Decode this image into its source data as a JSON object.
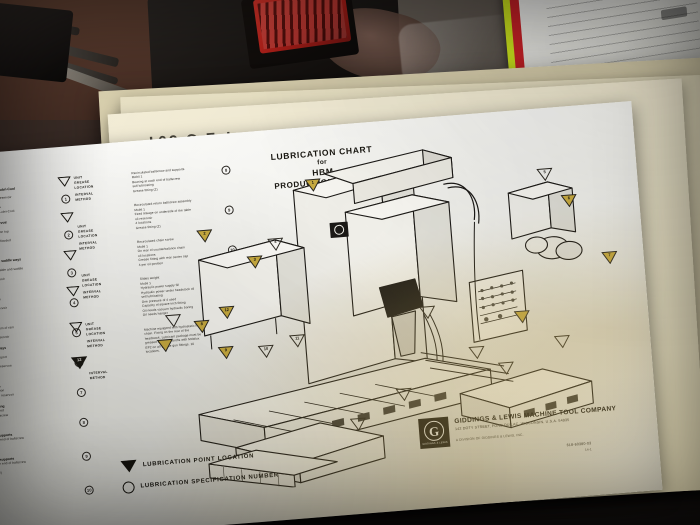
{
  "photo": {
    "scene_description": "Photograph of an aged printed lubrication chart lying on a workshop bench",
    "background_objects": [
      "red-drill-bit-index-case",
      "black-tool-case-lid",
      "yellow-green-and-red-bordered-placard",
      "metal-bars",
      "shop-rag",
      "clear-plastic-sheet"
    ]
  },
  "underlying_page": {
    "partial_text": "T 2 C 60T"
  },
  "chart": {
    "header": {
      "line1": "LUBRICATION CHART",
      "line2": "for",
      "line3": "HBM",
      "line4": "PRODUCTION CENTER"
    },
    "column_headers": {
      "unit_grease_location": "UNIT\nGREASE\nLOCATION",
      "interval_method": "INTERVAL\nMETHOD"
    },
    "spec_column_left": [
      {
        "number": "1",
        "lead": "Headstock travel hours on Lubri-Cool",
        "lines": "Motor D.T.E. 26\nOpen on bottom, fill on top of reservoir\nCheck level, fill as required\nCirculate, add every 500 hours\namount 28 gallons Magnesia Lubri-Cool"
      },
      {
        "number": "2",
        "lead": "Lubricated pump and reservoir",
        "lines": "Motor D.T.E. 26\nWipe off breather tube, filler on top\nof reservoir\nCheck daily, fill as required, flooded\nwith flood washer\nInterval, amount 8 gallons"
      },
      {
        "number": "3",
        "lead": "Headstock slant ram and saddle ways",
        "lines": "Motor D.T.E. 26\nFull off headstock, end of table and saddle\nSelf lubricating\nMinimal hours Mobil reservoir"
      },
      {
        "number": "4",
        "lead": "Gear box ball nut",
        "lines": "Motor D.T.E. 26\nOuter guide on ball screw\nself lubricating\nMinimal hours Mobil reservoir"
      },
      {
        "number": "5",
        "lead": "Headstock ball nut",
        "lines": "Motor D.T.E. 26\nFeed headstock at bottom of ram\nSelf lubricating\nMinimal hours Mobil reservoir"
      },
      {
        "number": "6",
        "lead": "Machine support's ways",
        "lines": "Motor D.T.E. 26\nOn the back of the support\nself lubricating\nMinimal hours Mobil reservoir"
      },
      {
        "number": "7",
        "lead": "Distance chain",
        "lines": "Motor D.T.E. 26\nHeadstock drive side\nHand brush application\nMinimal hours Mobil reservoir"
      },
      {
        "number": "8",
        "lead": "Rotary table bearing",
        "lines": "Headstock, lubricated\nat each end of ballscrew\nself lubricating\nGrease fitting (2)"
      },
      {
        "number": "9",
        "lead": "Ballscrew end supports",
        "lines": "Bearings at each end of ballscrew\nself lubricating\nGrease fitting (2)"
      },
      {
        "number": "10",
        "lead": "Ballscrew end supports",
        "lines": "Bearings at each end of ballscrew\nself lubricating\nGrease fitting (2)"
      }
    ],
    "spec_column_right": [
      {
        "number": "8",
        "lines": "Recirculated ballscrew and supports\nMobil 1\nBearing at each end of ballscrew\nself lubricating\nGrease fitting (2)"
      },
      {
        "number": "9",
        "lines": "Recirculated return ballscrew assembly\nMobil 1\nFeed linkage on underside of the table\noil reservoir\n4 locations\nGrease fitting (2)"
      },
      {
        "number": "10",
        "lines": "Recirculated chain screw\nMobil 1\nOn rear of counterbalance chain\noil locations\nGrease fitting with rear center cap\n4 per oil position"
      },
      {
        "number": "11",
        "lines": "Slides weight\nMobil 1\nHydraulic power supply fill\nHydraulic power under headstock oil\nself lubricating\nOne pressure of 4 used\nCapacity of square inch fitting\nOil needs vacuum hydraulic boring\nOil needs hanger"
      },
      {
        "number": "12",
        "lines": "Machine equipped with hydrostatic hand\nchain. Fixing on the rear of the\nheadstock. Lubricant package must be\ngreased every 3 months with Mobilux\nEP2 on all grease gun fittings. 10\nlocations."
      }
    ],
    "legend": [
      {
        "symbol": "triangle",
        "label": "LUBRICATION POINT LOCATION"
      },
      {
        "symbol": "circle",
        "label": "LUBRICATION SPECIFICATION NUMBER"
      }
    ],
    "marker_numbers": [
      "1",
      "2",
      "3",
      "4",
      "5",
      "6",
      "7",
      "8",
      "9",
      "10",
      "11",
      "12"
    ],
    "footer": {
      "logo_letter": "G",
      "logo_caption": "GIDDINGS & LEWIS",
      "company": "GIDDINGS & LEWIS MACHINE TOOL COMPANY",
      "address": "142 DOTY STREET, FOND DU LAC, WISCONSIN, U.S.A. 54935",
      "division": "A DIVISION OF GIDDINGS & LEWIS, INC.",
      "part_number": "618-60380-03",
      "revision": "14-1"
    },
    "colors": {
      "paper": "#f3f3ef",
      "ink": "#16140f",
      "marker_highlight": "#c8ab3f",
      "stain": "#bca056"
    }
  }
}
